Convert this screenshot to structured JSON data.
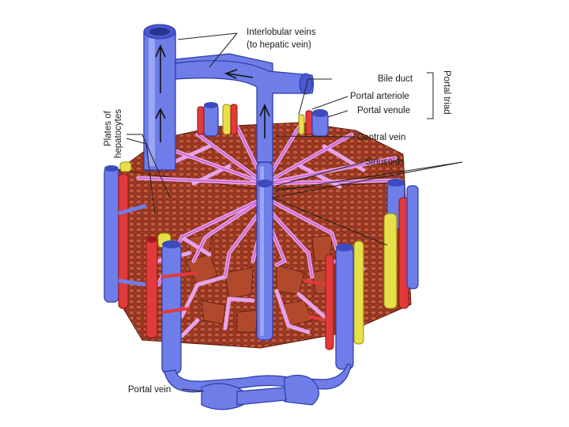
{
  "labels": {
    "interlobular_veins_line1": "Interlobular veins",
    "interlobular_veins_line2": "(to hepatic vein)",
    "bile_duct": "Bile duct",
    "portal_arteriole": "Portal arteriole",
    "portal_venule": "Portal venule",
    "portal_triad": "Portal triad",
    "central_vein": "Central vein",
    "sinusoids": "Sinusoids",
    "plates_line1": "Plates of",
    "plates_line2": "hepatocytes",
    "portal_vein": "Portal vein"
  },
  "colors": {
    "vein": "#6f7de8",
    "artery": "#e23a3a",
    "bile_duct": "#e8e04a",
    "hepatocyte": "#a8402a",
    "sinusoid": "#e5a4ea"
  }
}
